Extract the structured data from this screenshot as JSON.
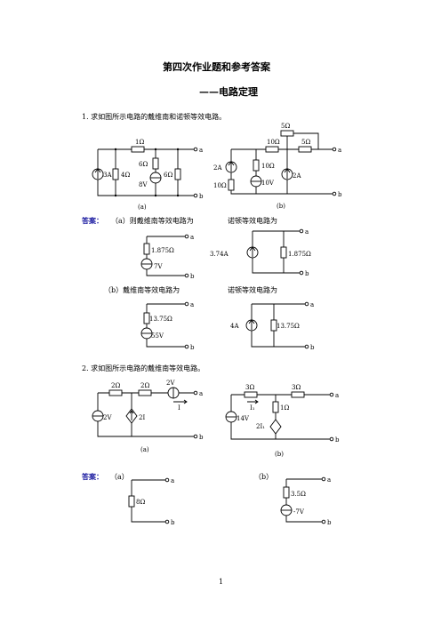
{
  "title": "第四次作业题和参考答案",
  "subtitle": "——电路定理",
  "q1": {
    "text": "1. 求如图所示电路的戴维南和诺顿等效电路。",
    "fig_a": {
      "caption": "(a)",
      "r_top": "1Ω",
      "r_mid": "6Ω",
      "r_right": "6Ω",
      "src_i": "3A",
      "r_left": "4Ω",
      "src_v": "8V",
      "term_a": "a",
      "term_b": "b"
    },
    "fig_b": {
      "caption": "(b)",
      "r_top": "5Ω",
      "r_mid1": "10Ω",
      "r_mid2": "5Ω",
      "r_vert": "10Ω",
      "src_i1": "2A",
      "r_left": "10Ω",
      "src_v": "10V",
      "src_i2": "2A",
      "term_a": "a",
      "term_b": "b"
    }
  },
  "a1": {
    "label": "答案：",
    "line1_a": "（a）则戴维南等效电路为",
    "line1_b": "诺顿等效电路为",
    "thev_a": {
      "r": "1.875Ω",
      "v": "7V",
      "term_a": "a",
      "term_b": "b"
    },
    "norton_a": {
      "i": "3.74A",
      "r": "1.875Ω",
      "term_a": "a",
      "term_b": "b"
    },
    "line2_a": "（b）戴维南等效电路为",
    "line2_b": "诺顿等效电路为",
    "thev_b": {
      "r": "13.75Ω",
      "v": "55V",
      "term_a": "a",
      "term_b": "b"
    },
    "norton_b": {
      "i": "4A",
      "r": "13.75Ω",
      "term_a": "a",
      "term_b": "b"
    }
  },
  "q2": {
    "text": "2. 求如图所示电路的戴维南等效电路。",
    "fig_a": {
      "caption": "(a)",
      "r1": "2Ω",
      "r2": "2Ω",
      "src_v_top": "2V",
      "src_v_left": "2V",
      "cur_label": "I",
      "dep_src": "2I",
      "term_a": "a",
      "term_b": "b"
    },
    "fig_b": {
      "caption": "(b)",
      "r1": "3Ω",
      "r2": "3Ω",
      "r_vert": "1Ω",
      "src_v": "14V",
      "cur_label": "I₁",
      "dep_src": "2I₁",
      "term_a": "a",
      "term_b": "b"
    }
  },
  "a2": {
    "label": "答案：",
    "part_a": "（a）",
    "part_b": "（b）",
    "ans_a": {
      "r": "8Ω",
      "term_a": "a",
      "term_b": "b"
    },
    "ans_b": {
      "r": "3.5Ω",
      "v": "-7V",
      "term_a": "a",
      "term_b": "b"
    }
  },
  "page_number": "1"
}
